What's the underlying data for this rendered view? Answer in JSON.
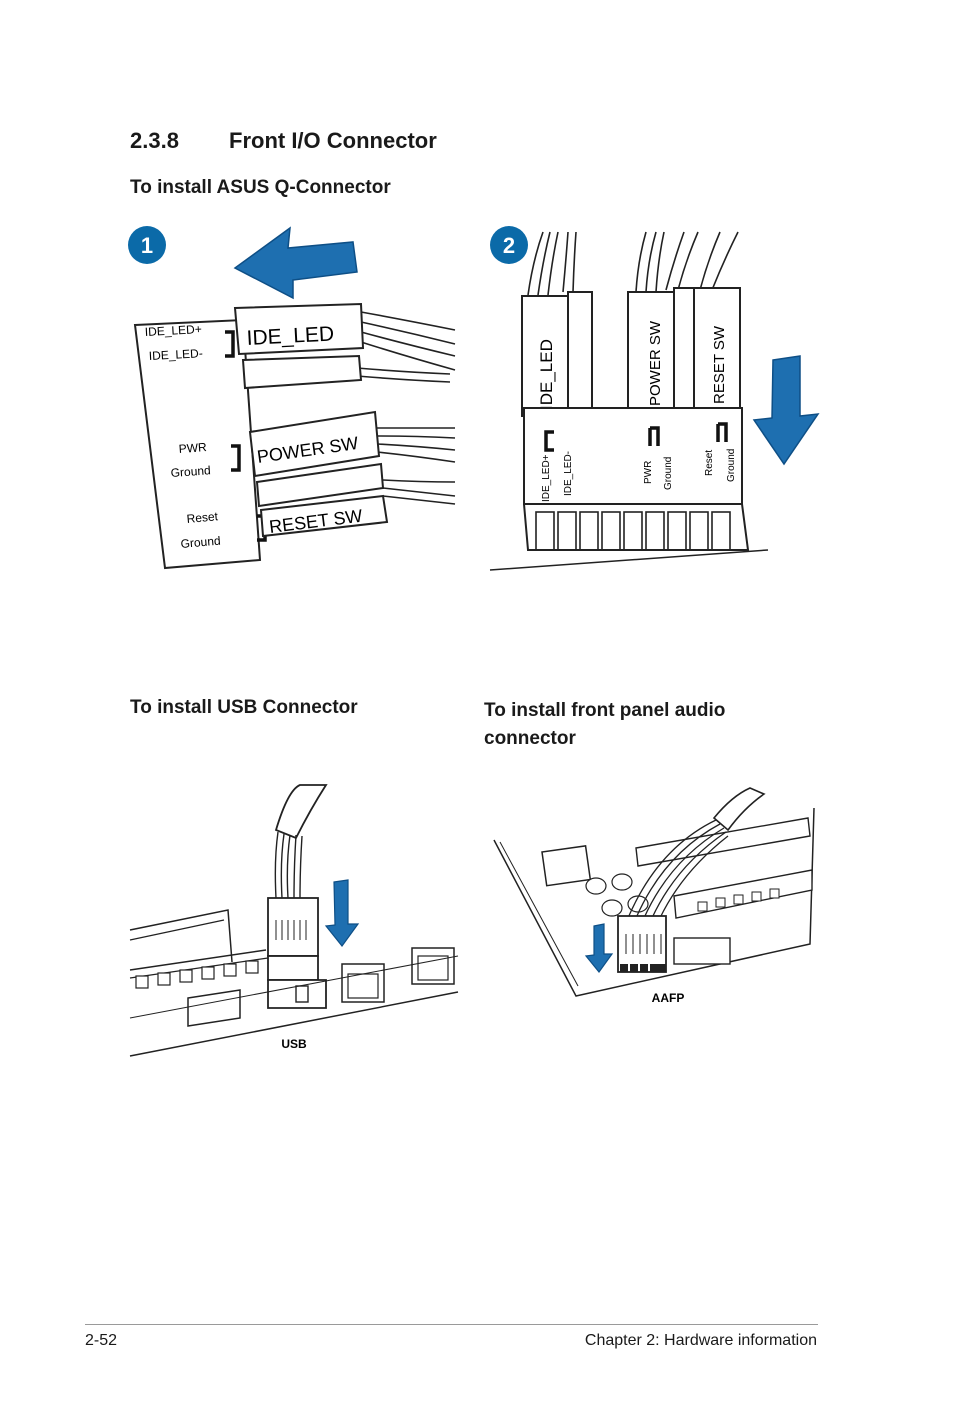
{
  "section": {
    "number": "2.3.8",
    "title": "Front I/O Connector"
  },
  "headings": {
    "qconnector": "To install ASUS Q-Connector",
    "usb": "To install USB Connector",
    "audio_line1": "To install front panel audio",
    "audio_line2": "connector"
  },
  "figure1": {
    "step": "1",
    "pin_labels": [
      "IDE_LED+",
      "IDE_LED-",
      "PWR",
      "Ground",
      "Reset",
      "Ground"
    ],
    "plugs": [
      "IDE_LED",
      "POWER SW",
      "RESET SW"
    ]
  },
  "figure2": {
    "step": "2",
    "plugs": [
      "IDE_LED",
      "POWER SW",
      "RESET SW"
    ],
    "pin_labels": [
      "IDE_LED+",
      "IDE_LED-",
      "PWR",
      "Ground",
      "Reset",
      "Ground"
    ]
  },
  "usb_figure": {
    "label": "USB"
  },
  "audio_figure": {
    "label": "AAFP"
  },
  "footer": {
    "page": "2-52",
    "chapter": "Chapter 2: Hardware information"
  },
  "colors": {
    "arrow_blue": "#1e6fb0",
    "step_blue": "#0b6aa8"
  }
}
